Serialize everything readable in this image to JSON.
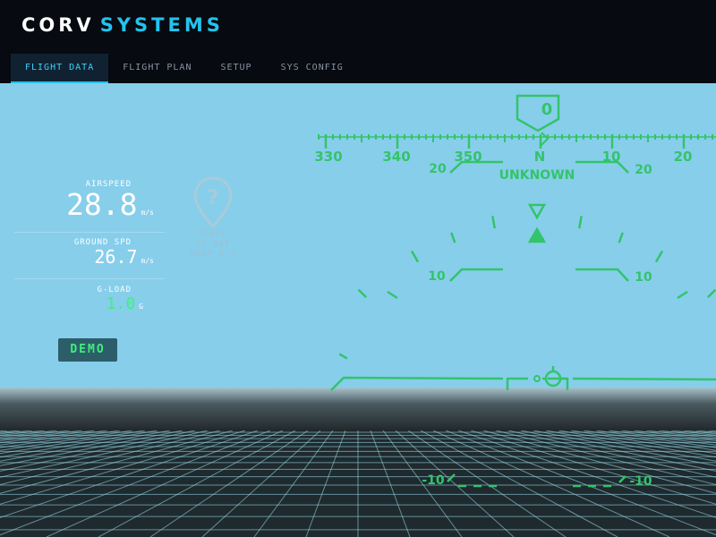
{
  "brand": {
    "primary": "CORV",
    "accent": "SYSTEMS"
  },
  "tabs": [
    {
      "label": "FLIGHT DATA",
      "active": true
    },
    {
      "label": "FLIGHT PLAN",
      "active": false
    },
    {
      "label": "SETUP",
      "active": false
    },
    {
      "label": "SYS CONFIG",
      "active": false
    }
  ],
  "telemetry": {
    "airspeed": {
      "label": "AIRSPEED",
      "value": "28.8",
      "unit": "m/s"
    },
    "ground_speed": {
      "label": "GROUND SPD",
      "value": "26.7",
      "unit": "m/s"
    },
    "g_load": {
      "label": "G-LOAD",
      "value": "1.0",
      "unit": "G"
    }
  },
  "demo_badge": "DEMO",
  "gps": {
    "icon": "unknown-location-pin-icon",
    "status": "SPOOF",
    "sats": "12 SAT",
    "hdop": "HDOP 0.9"
  },
  "hud": {
    "heading_readout": "0",
    "heading_labels": [
      "330",
      "340",
      "350",
      "N",
      "10",
      "20"
    ],
    "mode": "UNKNOWN",
    "pitch_labels": {
      "p20": "20",
      "p10": "10",
      "m10": "-10"
    }
  },
  "colors": {
    "hud_green": "#33c46a",
    "accent": "#22c3ee",
    "sky": "#87ceeb"
  }
}
